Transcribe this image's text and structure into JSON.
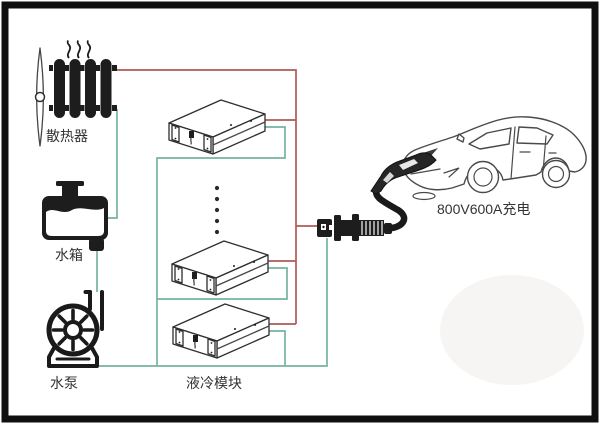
{
  "labels": {
    "radiator": "散热器",
    "water_tank": "水箱",
    "water_pump": "水泵",
    "cooling_module": "液冷模块",
    "charging_spec": "800V600A充电"
  },
  "colors": {
    "hot_line": "#b05a56",
    "cool_line": "#76b49d",
    "ink": "#1d1d1d",
    "frame": "#101010",
    "label_text": "#333333"
  }
}
